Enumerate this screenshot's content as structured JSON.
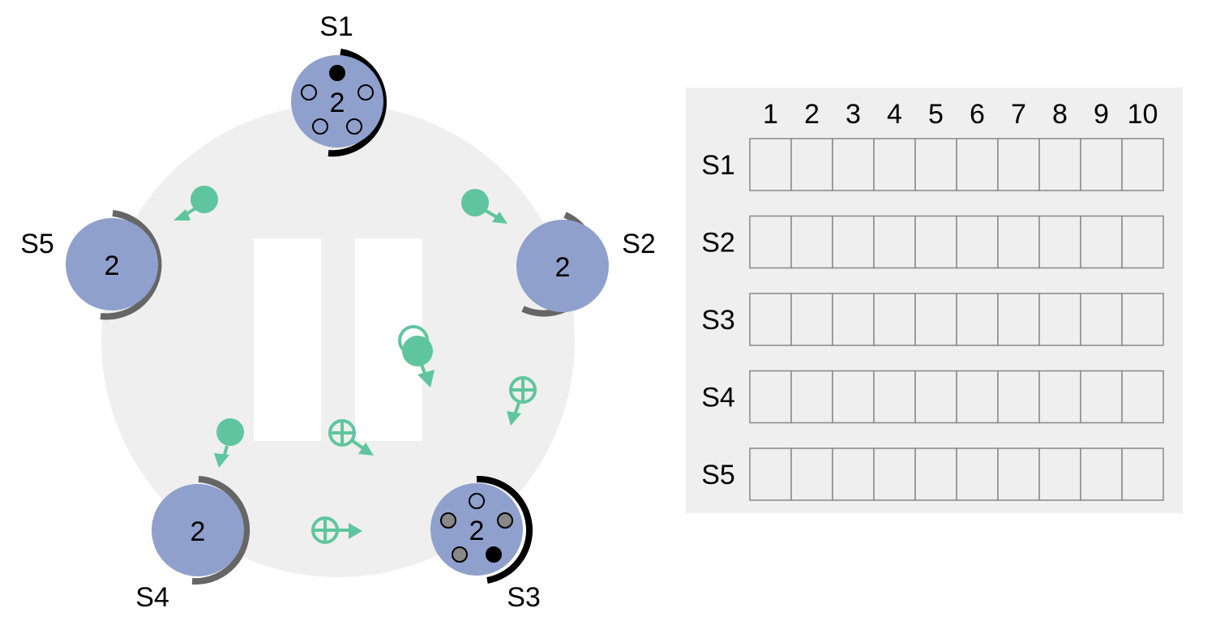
{
  "servers": [
    {
      "id": "S1",
      "label": "S1",
      "term": "2",
      "state": "candidate"
    },
    {
      "id": "S2",
      "label": "S2",
      "term": "2",
      "state": "follower"
    },
    {
      "id": "S3",
      "label": "S3",
      "term": "2",
      "state": "candidate"
    },
    {
      "id": "S4",
      "label": "S4",
      "term": "2",
      "state": "follower"
    },
    {
      "id": "S5",
      "label": "S5",
      "term": "2",
      "state": "follower"
    }
  ],
  "log_table": {
    "columns": [
      "1",
      "2",
      "3",
      "4",
      "5",
      "6",
      "7",
      "8",
      "9",
      "10"
    ],
    "rows": [
      "S1",
      "S2",
      "S3",
      "S4",
      "S5"
    ]
  },
  "pause_control": {
    "icon": "pause-icon"
  },
  "messages": [
    {
      "name": "request-vote-message-s1-s5",
      "kind": "request-vote"
    },
    {
      "name": "request-vote-message-s1-s2",
      "kind": "request-vote"
    },
    {
      "name": "request-vote-message-s1-s3",
      "kind": "request-vote"
    },
    {
      "name": "vote-granted-message-s2-s3",
      "kind": "vote-response"
    },
    {
      "name": "vote-granted-message-s5-s3",
      "kind": "vote-response"
    },
    {
      "name": "vote-granted-message-s4-s3",
      "kind": "vote-response"
    },
    {
      "name": "request-vote-message-s3-s4",
      "kind": "request-vote"
    }
  ],
  "colors": {
    "ring": "#efefef",
    "server_fill": "#8fa0cc",
    "message": "#5fc5a0",
    "timer_candidate": "#000000",
    "timer_follower": "#666666",
    "grid_bg": "#efefef",
    "grid_cell": "#888888"
  }
}
